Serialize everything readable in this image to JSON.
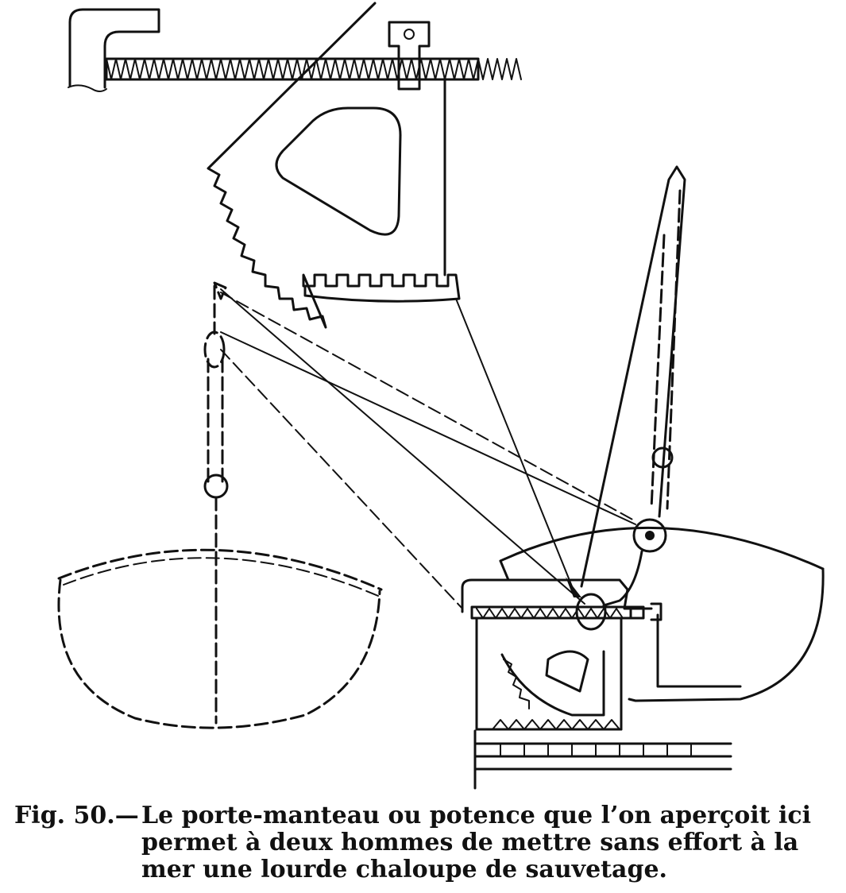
{
  "caption": {
    "label": "Fig. 50.—",
    "lines": [
      "Le porte-manteau ou potence que l’on aperçoit ici",
      "permet à deux hommes de mettre sans effort à la",
      "mer une lourde chaloupe de sauvetage."
    ]
  },
  "colors": {
    "ink": "#111111",
    "paper": "#ffffff"
  }
}
